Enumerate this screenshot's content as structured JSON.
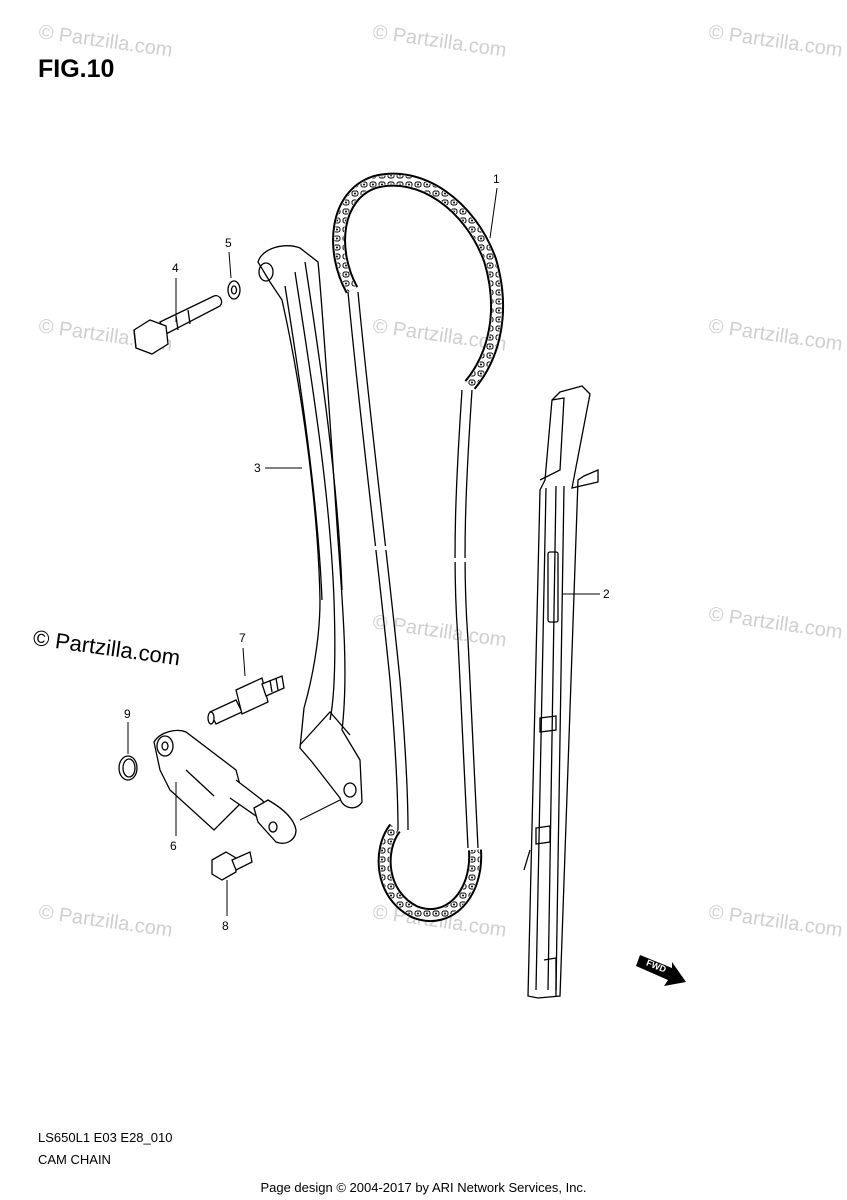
{
  "figure": {
    "title": "FIG.10",
    "model_code": "LS650L1 E03 E28_010",
    "section_name": "CAM CHAIN",
    "credit": "Page design © 2004-2017 by ARI Network Services, Inc.",
    "direction_label": "FWD"
  },
  "watermark": {
    "text": "© Partzilla.com"
  },
  "callouts": [
    {
      "number": "1",
      "part": "cam-chain"
    },
    {
      "number": "2",
      "part": "chain-guide"
    },
    {
      "number": "3",
      "part": "tensioner-guide"
    },
    {
      "number": "4",
      "part": "bolt"
    },
    {
      "number": "5",
      "part": "washer"
    },
    {
      "number": "6",
      "part": "tensioner-adjuster"
    },
    {
      "number": "7",
      "part": "adjuster-bolt"
    },
    {
      "number": "8",
      "part": "bolt-small"
    },
    {
      "number": "9",
      "part": "o-ring"
    }
  ],
  "colors": {
    "line": "#000000",
    "watermark": "#c8c8c8",
    "background": "#ffffff"
  }
}
